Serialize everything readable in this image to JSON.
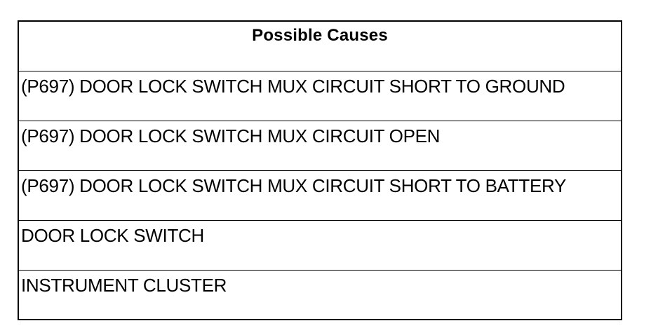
{
  "table": {
    "header": "Possible Causes",
    "rows": [
      "(P697) DOOR LOCK SWITCH MUX CIRCUIT SHORT TO GROUND",
      "(P697) DOOR LOCK SWITCH MUX CIRCUIT OPEN",
      "(P697) DOOR LOCK SWITCH MUX CIRCUIT SHORT TO BATTERY",
      "DOOR LOCK SWITCH",
      "INSTRUMENT CLUSTER"
    ]
  }
}
